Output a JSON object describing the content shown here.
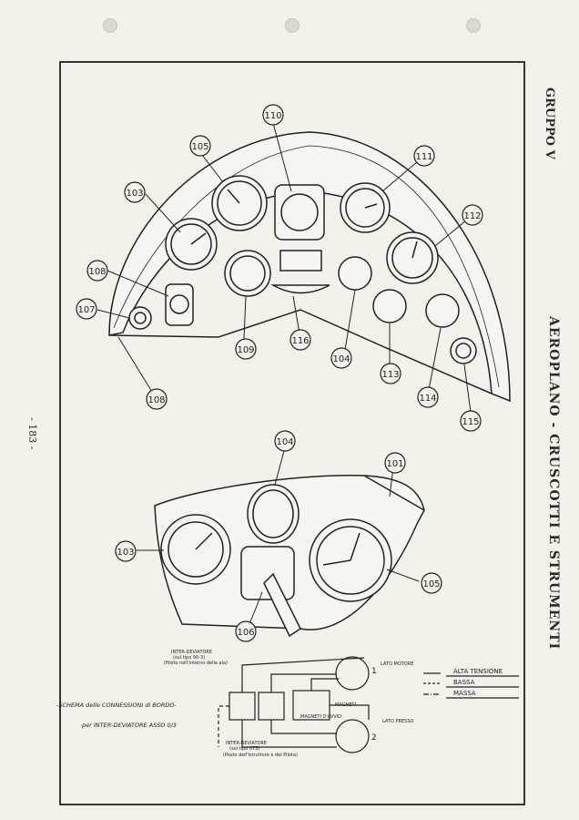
{
  "header": {
    "group": "GRUPPO V",
    "title": "AEROPLANO - CRUSCOTTI E STRUMENTI",
    "page_number": "- 183 -"
  },
  "upper_panel": {
    "callouts": [
      "110",
      "105",
      "111",
      "103",
      "112",
      "108",
      "107",
      "109",
      "116",
      "104",
      "113",
      "114",
      "115",
      "108"
    ]
  },
  "lower_panel": {
    "callouts": [
      "104",
      "101",
      "103",
      "105",
      "106"
    ]
  },
  "wiring": {
    "title": "-SCHEMA delle CONNESSIONI di BORDO-",
    "subtitle": "per INTER-DEVIATORE ASSO 0/3",
    "label_inter_top": "INTER-DEVIATORE",
    "label_inter_sub": "(sul tipo 90-3)",
    "label_inter_note": "(Posto nell'interno della ala)",
    "label_inter_bottom": "INTER-DEVIATORE",
    "label_inter_bottom_sub": "(sul tipo 073)",
    "label_inter_bottom_note": "(Posto dell'Istruttore e del Pilota)",
    "label_magneti": "MAGNETI",
    "label_magnetiA": "MAGNETI D'AVVIO",
    "label_mag1": "LATO MOTORE",
    "label_mag2": "LATO PRESSO",
    "legend": [
      {
        "label": "ALTA TENSIONE",
        "style": "solid"
      },
      {
        "label": "BASSA",
        "style": "dashed"
      },
      {
        "label": "MASSA",
        "style": "dashdot"
      }
    ]
  }
}
